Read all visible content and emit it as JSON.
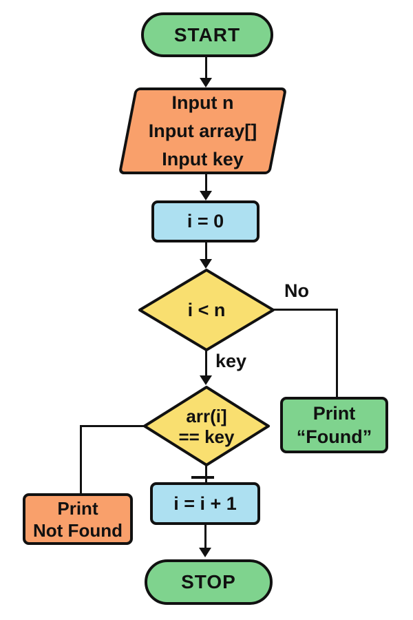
{
  "diagram_type": "flowchart",
  "nodes": {
    "start": {
      "label": "START",
      "shape": "terminator"
    },
    "input": {
      "lines": [
        "Input n",
        "Input array[]",
        "Input key"
      ],
      "shape": "parallelogram"
    },
    "init": {
      "label": "i = 0",
      "shape": "process"
    },
    "cond_loop": {
      "label": "i < n",
      "shape": "decision"
    },
    "cond_match": {
      "line1": "arr(i]",
      "line2": "== key",
      "shape": "decision"
    },
    "print_found": {
      "line1": "Print",
      "line2": "“Found”",
      "shape": "process"
    },
    "print_not_found": {
      "line1": "Print",
      "line2": "Not Found",
      "shape": "process"
    },
    "increment": {
      "label": "i = i + 1",
      "shape": "process"
    },
    "stop": {
      "label": "STOP",
      "shape": "terminator"
    }
  },
  "edge_labels": {
    "no": "No",
    "key": "key"
  },
  "colors": {
    "green": "#7FD38E",
    "orange": "#F9A06B",
    "blue": "#ADE0F1",
    "yellow": "#F9DF70",
    "outline": "#111111",
    "background": "#FFFFFF"
  }
}
